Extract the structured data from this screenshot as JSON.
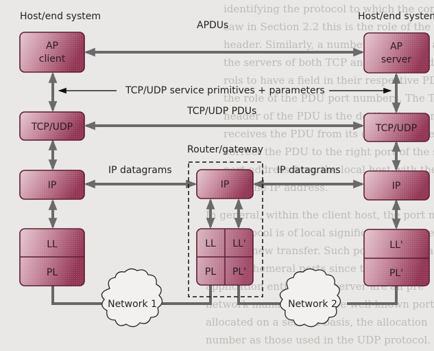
{
  "diagram": {
    "left_host": {
      "title": "Host/end system",
      "ap": [
        "AP",
        "client"
      ],
      "tcp": "TCP/UDP",
      "ip": "IP",
      "ll": "LL",
      "pl": "PL"
    },
    "right_host": {
      "title": "Host/end system",
      "ap": [
        "AP",
        "server"
      ],
      "tcp": "TCP/UDP",
      "ip": "IP",
      "ll": "LL'",
      "pl": "PL'"
    },
    "router": {
      "title": "Router/gateway",
      "ip": "IP",
      "ll_left": "LL",
      "ll_right": "LL'",
      "pl_left": "PL",
      "pl_right": "PL'"
    },
    "flows": {
      "apdus": "APDUs",
      "service_primitives": "TCP/UDP service primitives + parameters",
      "tcp_pdus": "TCP/UDP PDUs",
      "ip_datagrams_left": "IP datagrams",
      "ip_datagrams_right": "IP datagrams"
    },
    "networks": {
      "net1": "Network 1",
      "net2": "Network 2"
    },
    "colors": {
      "box_fill_dark": "#9c3f60",
      "box_fill_light": "#e3c6d1",
      "box_border": "#5a1a30",
      "arrow": "#6a6a6a",
      "background": "#e9e8e6"
    }
  },
  "background_text": [
    "identifying the protocol to which the contents of t",
    "saw in Section 2.2 this is the role of the next h",
    "header. Similarly, a number of different appl",
    "the servers of both TCP and UDP, the addresses",
    "rols to have a field in their respective PDU he",
    "the role of the PDU port numbers. The TCP",
    "header of the PDU is the destination port",
    "receives the PDU from its client. In order to",
    "correct the PDU to the right port of the source po",
    "port address from the local host with the",
    "with the IP address.",
    "In general, within the client host, the port num",
    "tion protocol is of local significance only, new",
    "for each new transfer. Such port numbers are",
    "called ephemeral ports since the allocation",
    "application entity in the server are all pre",
    "network managers and are well-known port",
    "allocated on a session basis, the allocation",
    "number as those used in the UDP protocol."
  ]
}
